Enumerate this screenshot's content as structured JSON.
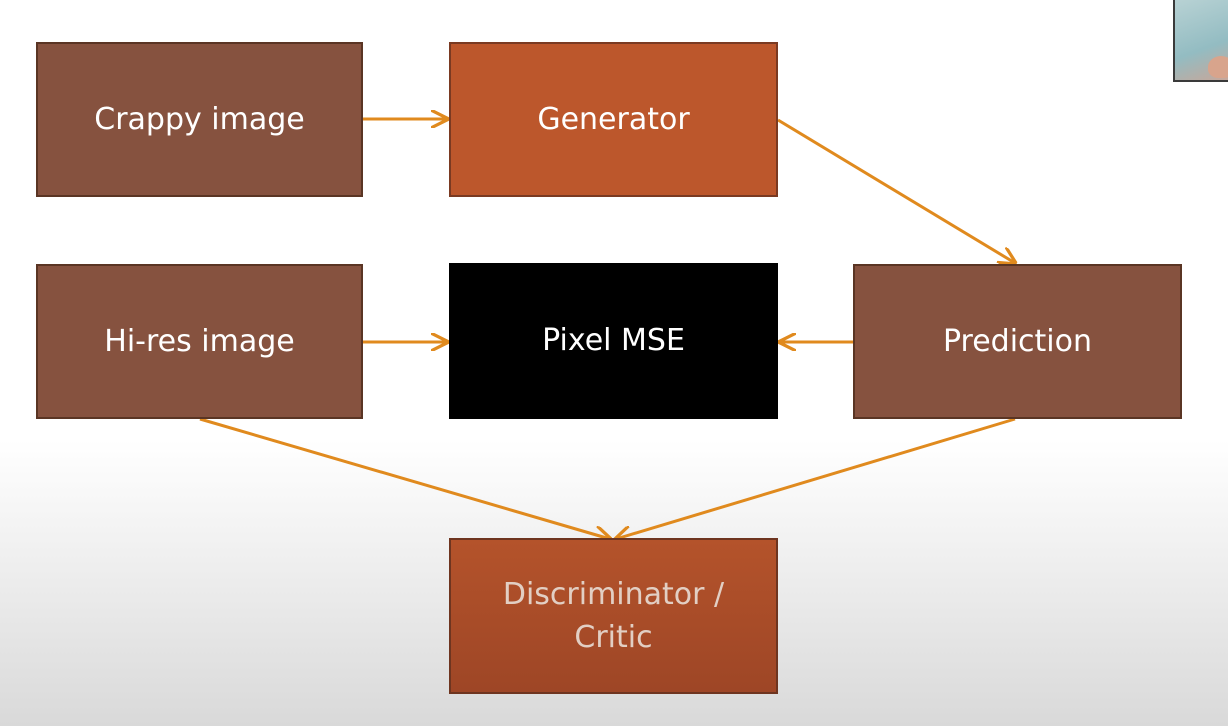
{
  "diagram": {
    "nodes": {
      "crappy_image": "Crappy image",
      "generator": "Generator",
      "hires_image": "Hi-res image",
      "pixel_mse": "Pixel MSE",
      "prediction": "Prediction",
      "critic_line1": "Discriminator /",
      "critic_line2": "Critic"
    },
    "edges": [
      {
        "from": "crappy_image",
        "to": "generator"
      },
      {
        "from": "generator",
        "to": "prediction"
      },
      {
        "from": "hires_image",
        "to": "pixel_mse"
      },
      {
        "from": "prediction",
        "to": "pixel_mse"
      },
      {
        "from": "hires_image",
        "to": "discriminator_critic"
      },
      {
        "from": "prediction",
        "to": "discriminator_critic"
      }
    ],
    "colors": {
      "node_brown": "#86523f",
      "node_orange": "#bc572c",
      "node_black": "#000000",
      "arrow": "#e08a1e"
    }
  }
}
